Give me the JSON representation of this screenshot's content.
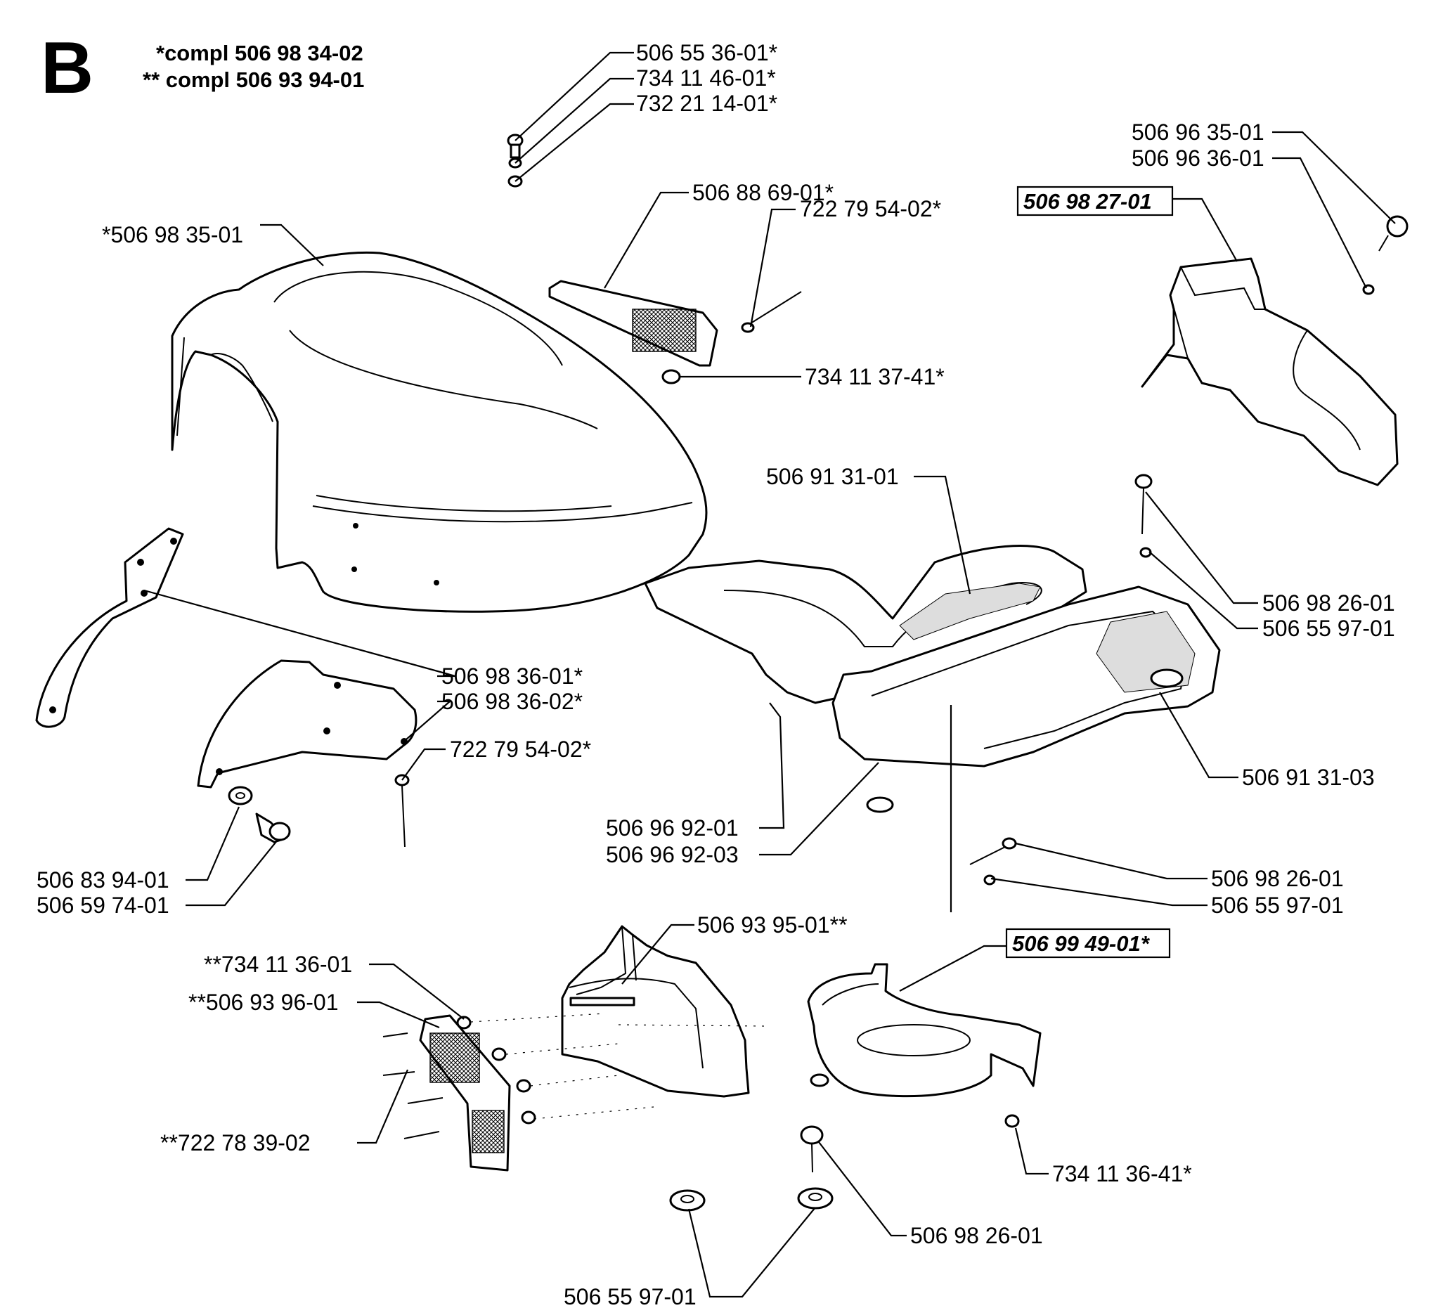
{
  "section_letter": "B",
  "header": {
    "line1": "*compl 506 98 34-02",
    "line2": "** compl 506 93 94-01"
  },
  "labels": {
    "l01": "506 55 36-01*",
    "l02": "734 11 46-01*",
    "l03": "732 21 14-01*",
    "l04": "506 88 69-01*",
    "l05": "722 79 54-02*",
    "l06": "734 11 37-41*",
    "l07": "*506 98 35-01",
    "l08": "506 96 35-01",
    "l09": "506 96 36-01",
    "l10": "506 98 27-01",
    "l11": "506 91 31-01",
    "l12": "506 98 26-01",
    "l13": "506 55 97-01",
    "l14": "506 98 36-01*",
    "l15": "506 98 36-02*",
    "l16": "722 79 54-02*",
    "l17": "506 91 31-03",
    "l18": "506 96 92-01",
    "l19": "506 96 92-03",
    "l20": "506 83 94-01",
    "l21": "506 59 74-01",
    "l22": "506 98 26-01",
    "l23": "506 55 97-01",
    "l24": "506 93 95-01**",
    "l25": "506 99 49-01*",
    "l26": "**734 11 36-01",
    "l27": "**506 93 96-01",
    "l28": "**722 78 39-02",
    "l29": "734 11 36-41*",
    "l30": "506 98 26-01",
    "l31": "506 55 97-01"
  }
}
